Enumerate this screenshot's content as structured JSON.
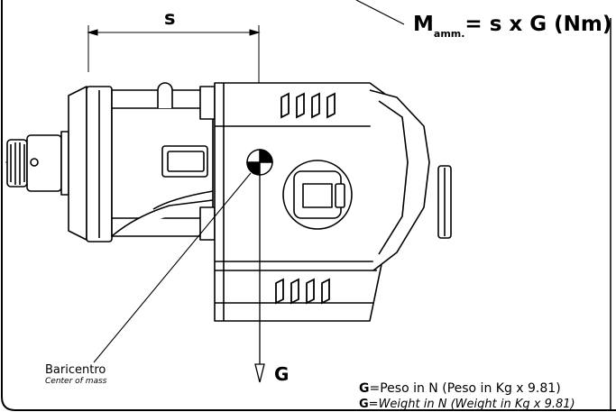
{
  "dimension_label": "s",
  "formula": {
    "symbol": "M",
    "subscript": "amm.",
    "expression": "= s x G (Nm)"
  },
  "force_label": "G",
  "center_of_mass": {
    "label_it": "Baricentro",
    "label_en": "Center of mass"
  },
  "legend": {
    "it": {
      "symbol": "G",
      "text": "=Peso in N (Peso in Kg x 9.81)"
    },
    "en": {
      "symbol": "G",
      "text": "=Weight in N (Weight in Kg x 9.81)"
    }
  }
}
